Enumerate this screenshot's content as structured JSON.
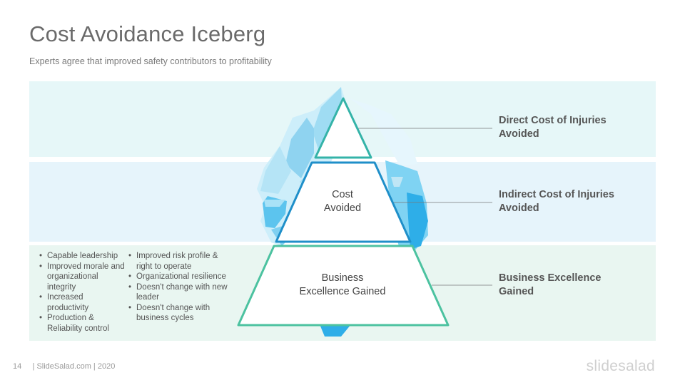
{
  "header": {
    "title": "Cost Avoidance Iceberg",
    "subtitle": "Experts agree that improved safety contributors to profitability"
  },
  "pyramid": {
    "middle_label_line1": "Cost",
    "middle_label_line2": "Avoided",
    "bottom_label_line1": "Business",
    "bottom_label_line2": "Excellence Gained"
  },
  "right_labels": {
    "top_line1": "Direct Cost of Injuries",
    "top_line2": "Avoided",
    "middle_line1": "Indirect Cost of Injuries",
    "middle_line2": "Avoided",
    "bottom_line1": "Business Excellence",
    "bottom_line2": "Gained"
  },
  "bullets": {
    "column_1": [
      "Capable leadership",
      "Improved morale and organizational integrity",
      "Increased productivity",
      "Production & Reliability control"
    ],
    "column_2": [
      "Improved risk profile & right to operate",
      "Organizational resilience",
      "Doesn't change with new leader",
      "Doesn't change with business cycles"
    ]
  },
  "footer": {
    "page_number": "14",
    "credit": "| SlideSalad.com | 2020",
    "brand": "slidesalad"
  },
  "colors": {
    "band_top": "#e6f7f8",
    "band_middle": "#e6f4fb",
    "band_bottom": "#e9f6f1",
    "pyramid_top_stroke": "#34b3a8",
    "pyramid_middle_stroke": "#1f8fc9",
    "pyramid_bottom_stroke": "#4cc2a0",
    "ice_light": "#bfe6f5",
    "ice_dark": "#2eaee8"
  }
}
